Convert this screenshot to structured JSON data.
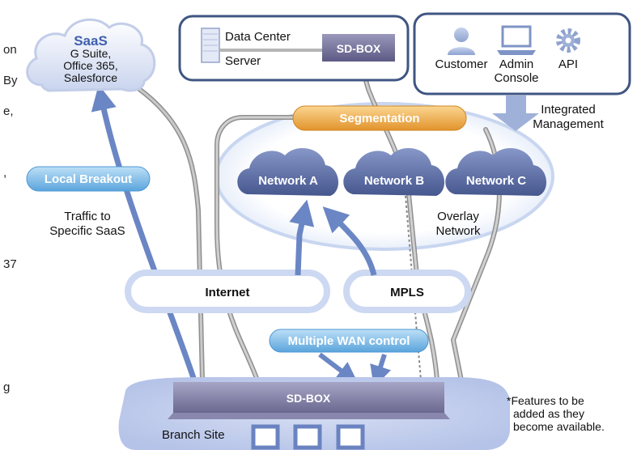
{
  "left_text_fragments": [
    "on",
    "By",
    "e,",
    ",",
    "37",
    "g"
  ],
  "saas": {
    "title": "SaaS",
    "line1": "G Suite,",
    "line2": "Office 365,",
    "line3": "Salesforce"
  },
  "data_center": {
    "label": "Data Center",
    "server_label": "Server",
    "sdbox_label": "SD-BOX"
  },
  "management": {
    "customer_label": "Customer",
    "admin_label_1": "Admin",
    "admin_label_2": "Console",
    "api_label": "API",
    "integrated_1": "Integrated",
    "integrated_2": "Management"
  },
  "segmentation": {
    "label": "Segmentation"
  },
  "networks": [
    "Network A",
    "Network B",
    "Network C"
  ],
  "overlay": {
    "line1": "Overlay",
    "line2": "Network"
  },
  "local_breakout": {
    "label": "Local Breakout",
    "caption_1": "Traffic to",
    "caption_2": "Specific SaaS"
  },
  "internet": {
    "label": "Internet"
  },
  "mpls": {
    "label": "MPLS"
  },
  "wan_control": {
    "label": "Multiple WAN control"
  },
  "branch": {
    "sdbox_label": "SD-BOX",
    "site_label": "Branch Site"
  },
  "footnote": {
    "line1": "*Features to be",
    "line2": "added as they",
    "line3": "become available."
  },
  "colors": {
    "navy_frame": "#3f5582",
    "segmentation_orange": "#e9a33a",
    "network_cloud": "#5b6ea8",
    "breakout_blue": "#6fb3e6",
    "sdbox_purple": "#6f6d95",
    "arrow_blue": "#6b86c4",
    "gray_line": "#a8a8a8"
  }
}
